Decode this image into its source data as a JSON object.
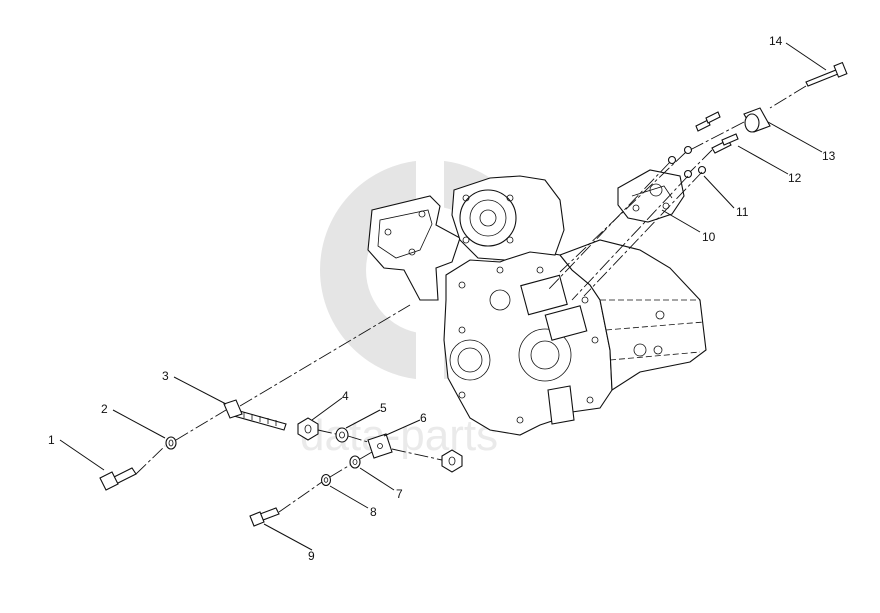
{
  "watermark": {
    "text": "data-parts",
    "color": "#d9d9d9"
  },
  "callouts": [
    {
      "id": "1",
      "label": "1"
    },
    {
      "id": "2",
      "label": "2"
    },
    {
      "id": "3",
      "label": "3"
    },
    {
      "id": "4",
      "label": "4"
    },
    {
      "id": "5",
      "label": "5"
    },
    {
      "id": "6",
      "label": "6"
    },
    {
      "id": "7",
      "label": "7"
    },
    {
      "id": "8",
      "label": "8"
    },
    {
      "id": "9",
      "label": "9"
    },
    {
      "id": "10",
      "label": "10"
    },
    {
      "id": "11",
      "label": "11"
    },
    {
      "id": "12",
      "label": "12"
    },
    {
      "id": "13",
      "label": "13"
    },
    {
      "id": "14",
      "label": "14"
    }
  ]
}
